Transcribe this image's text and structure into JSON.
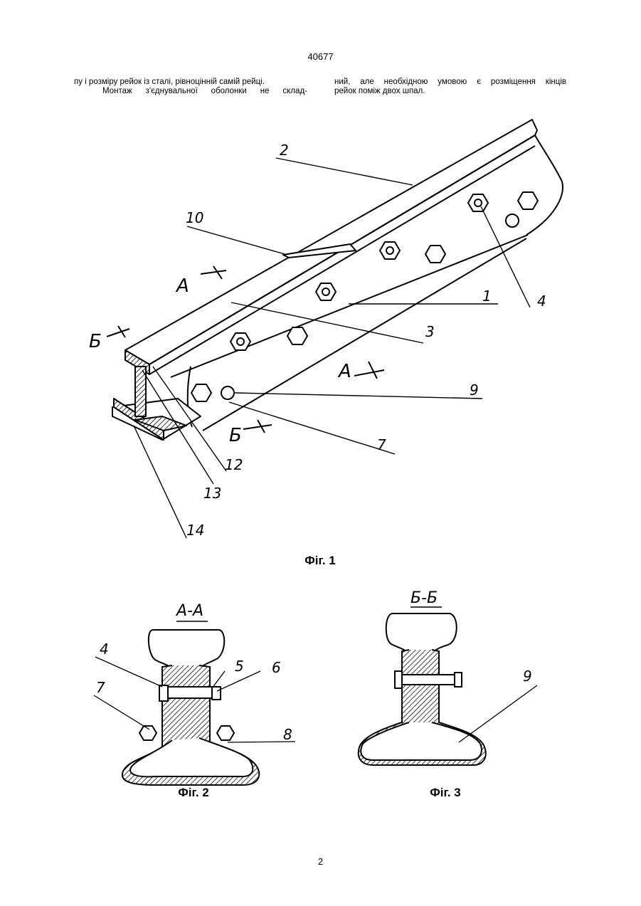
{
  "header": {
    "patent_number": "40677"
  },
  "text": {
    "left_line1": "пу і розміру рейок із сталі, рівноцінній самій рейці.",
    "left_line2": "Монтаж з'єднувальної оболонки не склад-",
    "right_line1": "ний, але необхідною умовою є розміщення кінців",
    "right_line2": "рейок поміж двох шпал."
  },
  "figures": {
    "fig1": {
      "caption": "Фіг. 1",
      "labels": {
        "l1": "1",
        "l2": "2",
        "l3": "3",
        "l4": "4",
        "l7": "7",
        "l9": "9",
        "l10": "10",
        "l12": "12",
        "l13": "13",
        "l14": "14",
        "sec_a1": "А",
        "sec_a2": "А",
        "sec_b1": "Б",
        "sec_b2": "Б"
      }
    },
    "fig2": {
      "caption": "Фіг. 2",
      "title": "А-А",
      "labels": {
        "l4": "4",
        "l5": "5",
        "l6": "6",
        "l7": "7",
        "l8": "8"
      }
    },
    "fig3": {
      "caption": "Фіг. 3",
      "title": "Б-Б",
      "labels": {
        "l9": "9"
      }
    }
  },
  "footer": {
    "page_number": "2"
  }
}
